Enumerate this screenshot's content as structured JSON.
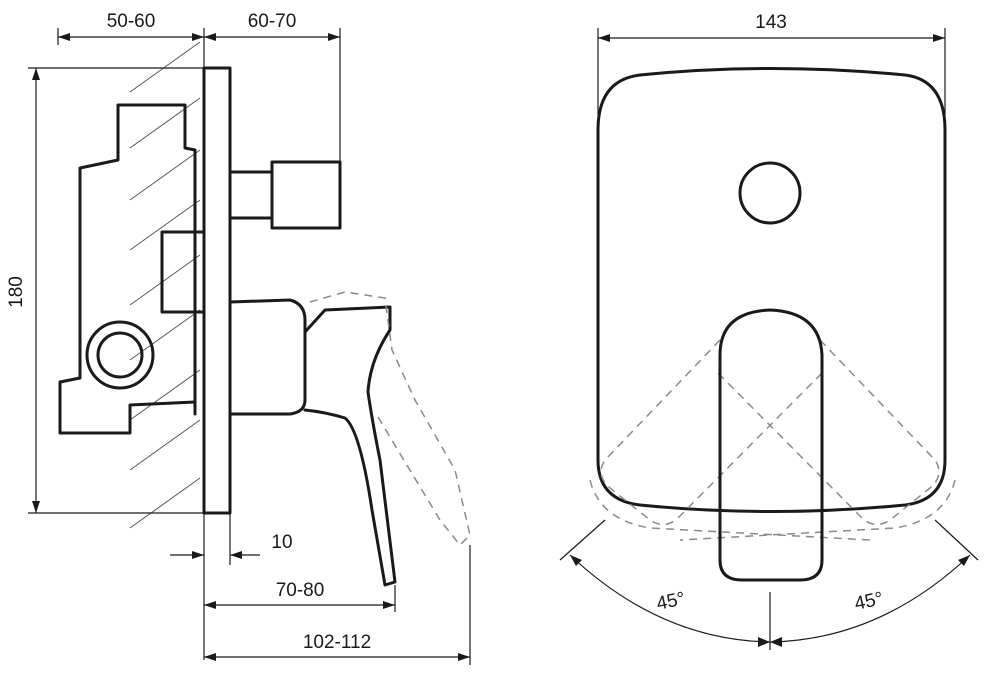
{
  "side_view": {
    "dims": {
      "depth_back": "50-60",
      "depth_front": "60-70",
      "height": "180",
      "plate": "10",
      "handle_reach": "70-80",
      "total_depth": "102-112"
    }
  },
  "front_view": {
    "dims": {
      "width": "143",
      "rotation_left": "45°",
      "rotation_right": "45°"
    }
  },
  "colors": {
    "line": "#1a1a1a",
    "dashed": "#8a8a8a",
    "background": "#ffffff"
  }
}
